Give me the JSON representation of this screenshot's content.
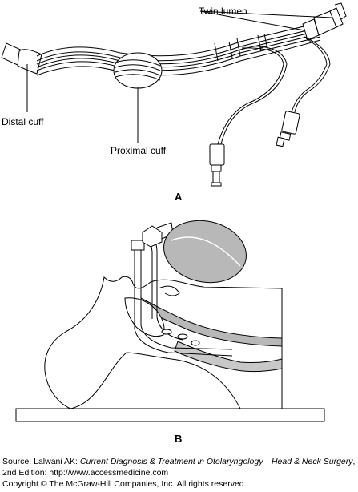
{
  "figure": {
    "labels": {
      "twin_lumen": "Twin lumen",
      "distal_cuff": "Distal cuff",
      "proximal_cuff": "Proximal cuff"
    },
    "panel_a": "A",
    "panel_b": "B"
  },
  "caption": {
    "source_prefix": "Source: Lalwani AK: ",
    "source_title": "Current Diagnosis & Treatment in Otolaryngology—Head & Neck Surgery",
    "source_suffix": ", 2nd Edition: http://www.accessmedicine.com",
    "copyright": "Copyright © The McGraw-Hill Companies, Inc. All rights reserved."
  }
}
